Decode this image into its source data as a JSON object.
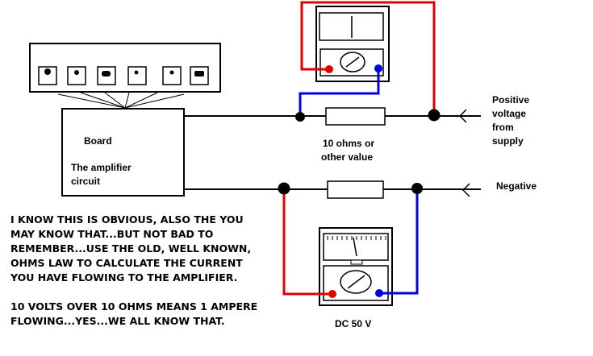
{
  "colors": {
    "wire": "#000000",
    "positive_lead": "#e00000",
    "negative_lead": "#0000e0",
    "background": "#ffffff"
  },
  "labels": {
    "board": "Board",
    "amplifier_line1": "The amplifier",
    "amplifier_line2": "circuit",
    "resistor_line1": "10 ohms or",
    "resistor_line2": "other value",
    "positive_line1": "Positive",
    "positive_line2": "voltage",
    "positive_line3": "from",
    "positive_line4": "supply",
    "negative": "Negative",
    "meter_range": "DC 50 V"
  },
  "note": {
    "lines": [
      "I KNOW THIS IS OBVIOUS, ALSO THE YOU",
      "MAY KNOW THAT...BUT NOT BAD TO",
      "REMEMBER...USE THE OLD, WELL KNOWN,",
      "OHMS LAW TO CALCULATE THE CURRENT",
      "YOU HAVE FLOWING TO THE AMPLIFIER.",
      "",
      "10 VOLTS OVER 10 OHMS MEANS 1 AMPERE",
      "FLOWING...YES...WE ALL KNOW THAT."
    ]
  },
  "icons": {
    "input_arrow": "arrow-icon",
    "meter": "multimeter-icon",
    "knob": "rotary-knob-icon",
    "socket": "socket-icon"
  }
}
